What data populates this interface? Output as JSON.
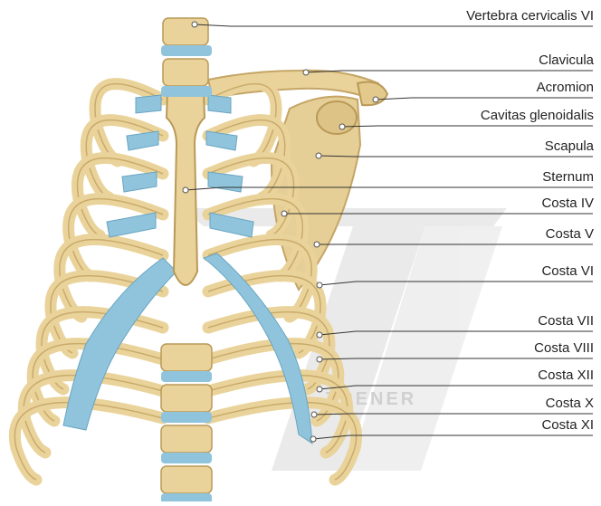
{
  "diagram": {
    "labels": [
      "Vertebra cervicalis VI",
      "Clavicula",
      "Acromion",
      "Cavitas glenoidalis",
      "Scapula",
      "Sternum",
      "Costa IV",
      "Costa V",
      "Costa VI",
      "Costa VII",
      "Costa VIII",
      "Costa XII",
      "Costa X",
      "Costa XI"
    ],
    "watermark": "TRENER",
    "colors": {
      "bone": "#ead39a",
      "bone_shadow": "#c9ab6b",
      "cartilage": "#8fc4dc",
      "line": "#333333",
      "watermark": "#d6d6d6"
    }
  }
}
